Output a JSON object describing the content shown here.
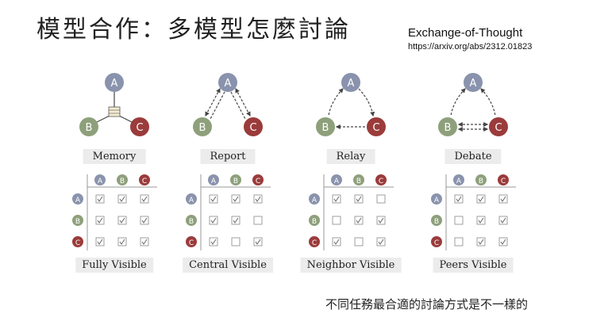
{
  "title": "模型合作：多模型怎麼討論",
  "reference": {
    "title": "Exchange-of-Thought",
    "url": "https://arxiv.org/abs/2312.01823"
  },
  "node_colors": {
    "A": "#8a93ad",
    "B": "#8ea07b",
    "C": "#9b3b3b"
  },
  "agents": [
    "A",
    "B",
    "C"
  ],
  "panels": [
    {
      "mode": "Memory",
      "visibility": "Fully Visible",
      "matrix": [
        [
          1,
          1,
          1
        ],
        [
          1,
          1,
          1
        ],
        [
          1,
          1,
          1
        ]
      ]
    },
    {
      "mode": "Report",
      "visibility": "Central Visible",
      "matrix": [
        [
          1,
          1,
          1
        ],
        [
          1,
          1,
          0
        ],
        [
          1,
          0,
          1
        ]
      ]
    },
    {
      "mode": "Relay",
      "visibility": "Neighbor Visible",
      "matrix": [
        [
          1,
          1,
          0
        ],
        [
          0,
          1,
          1
        ],
        [
          1,
          0,
          1
        ]
      ]
    },
    {
      "mode": "Debate",
      "visibility": "Peers Visible",
      "matrix": [
        [
          1,
          1,
          1
        ],
        [
          0,
          1,
          1
        ],
        [
          0,
          1,
          1
        ]
      ]
    }
  ],
  "footer": "不同任務最合適的討論方式是不一樣的"
}
